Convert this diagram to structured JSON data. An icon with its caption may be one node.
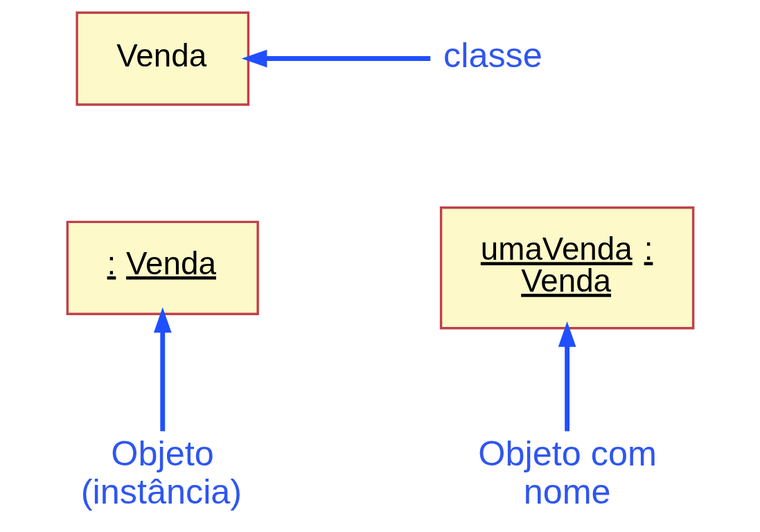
{
  "diagram": {
    "nodes": [
      {
        "text": [
          "Venda"
        ]
      },
      {
        "text": [
          ": Venda"
        ]
      },
      {
        "text": [
          "umaVenda : Venda"
        ]
      },
      {
        "text": [
          "classe"
        ]
      },
      {
        "text": [
          "Objeto (instância)"
        ]
      },
      {
        "text": [
          "Objeto com nome"
        ]
      }
    ],
    "edges": [
      {
        "from": 3,
        "to": 0,
        "arrow": "to"
      },
      {
        "from": 4,
        "to": 1,
        "arrow": "to"
      },
      {
        "from": 5,
        "to": 2,
        "arrow": "to"
      }
    ]
  }
}
